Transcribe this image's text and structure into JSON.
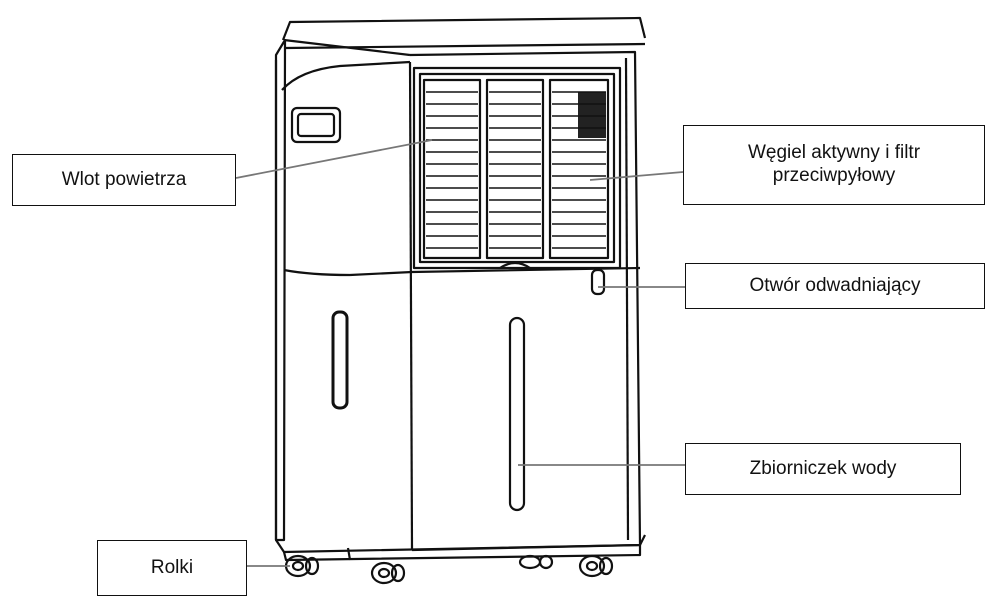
{
  "labels": {
    "air_inlet": "Wlot powietrza",
    "carbon_filter_line1": "Węgiel aktywny i filtr",
    "carbon_filter_line2": "przeciwpyłowy",
    "drain_hole": "Otwór odwadniający",
    "water_tank": "Zbiorniczek wody",
    "wheels": "Rolki"
  },
  "colors": {
    "outline": "#111111",
    "leader_line": "#777777",
    "background": "#ffffff"
  }
}
